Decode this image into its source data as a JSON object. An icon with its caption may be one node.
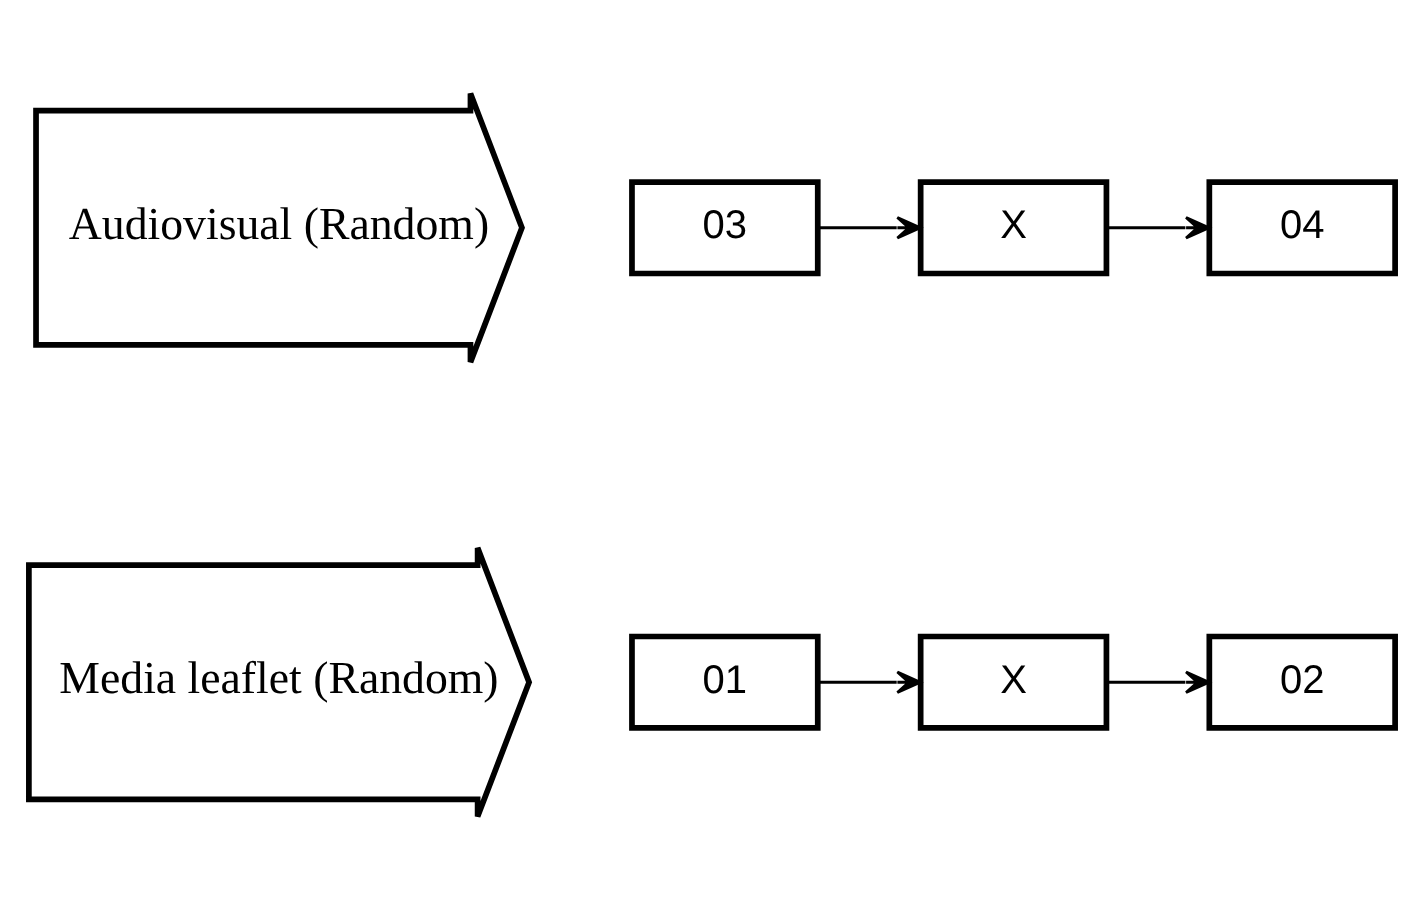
{
  "diagram": {
    "nodes": [
      {
        "text": [
          "Media leaflet (Random)"
        ]
      },
      {
        "text": [
          "01"
        ]
      },
      {
        "text": [
          "X"
        ]
      },
      {
        "text": [
          "02"
        ]
      },
      {
        "text": [
          "Audiovisual (Random)"
        ]
      },
      {
        "text": [
          "03"
        ]
      },
      {
        "text": [
          "X"
        ]
      },
      {
        "text": [
          "04"
        ]
      }
    ],
    "edges": [
      {
        "from": 1,
        "to": 2,
        "arrow": "to"
      },
      {
        "from": 2,
        "to": 3,
        "arrow": "to"
      },
      {
        "from": 5,
        "to": 6,
        "arrow": "to"
      },
      {
        "from": 6,
        "to": 7,
        "arrow": "to"
      }
    ]
  }
}
